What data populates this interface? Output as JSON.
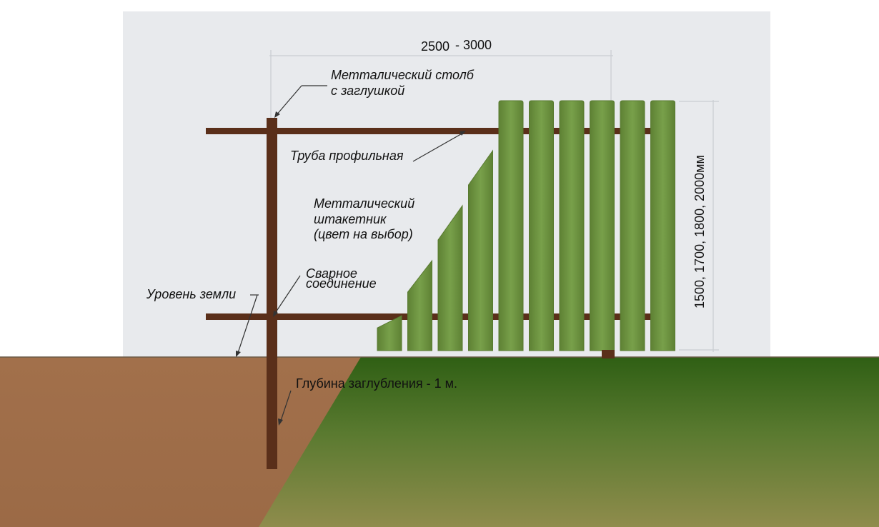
{
  "colors": {
    "sky": "#e8eaed",
    "soil": "#a06f4a",
    "grass_dark": "#2f5f14",
    "grass_light": "#8a8a48",
    "post": "#5a2f1a",
    "picket": "#6f9342",
    "picket_edge": "#587a30",
    "dimension_line": "#c9cdd2",
    "leader": "#333333"
  },
  "labels": {
    "width_dim_a": "2500",
    "width_dim_b": "- 3000",
    "post_line1": "Метталический столб",
    "post_line2": "с заглушкой",
    "pipe": "Труба профильная",
    "picket_line1": "Метталический",
    "picket_line2": "штакетник",
    "picket_line3": "(цвет на выбор)",
    "weld_line1": "Сварное",
    "weld_line2": "соединение",
    "ground_level": "Уровень земли",
    "depth": "Глубина заглубления - 1 м.",
    "height_dim": "1500, 1700, 1800, 2000мм"
  },
  "pickets": [
    {
      "name": "picket-1",
      "height_fraction": 0.14
    },
    {
      "name": "picket-2",
      "height_fraction": 0.36
    },
    {
      "name": "picket-3",
      "height_fraction": 0.58
    },
    {
      "name": "picket-4",
      "height_fraction": 0.8
    },
    {
      "name": "picket-5",
      "height_fraction": 1.0
    },
    {
      "name": "picket-6",
      "height_fraction": 1.0
    },
    {
      "name": "picket-7",
      "height_fraction": 1.0
    },
    {
      "name": "picket-8",
      "height_fraction": 1.0
    },
    {
      "name": "picket-9",
      "height_fraction": 1.0
    },
    {
      "name": "picket-10",
      "height_fraction": 1.0
    }
  ]
}
